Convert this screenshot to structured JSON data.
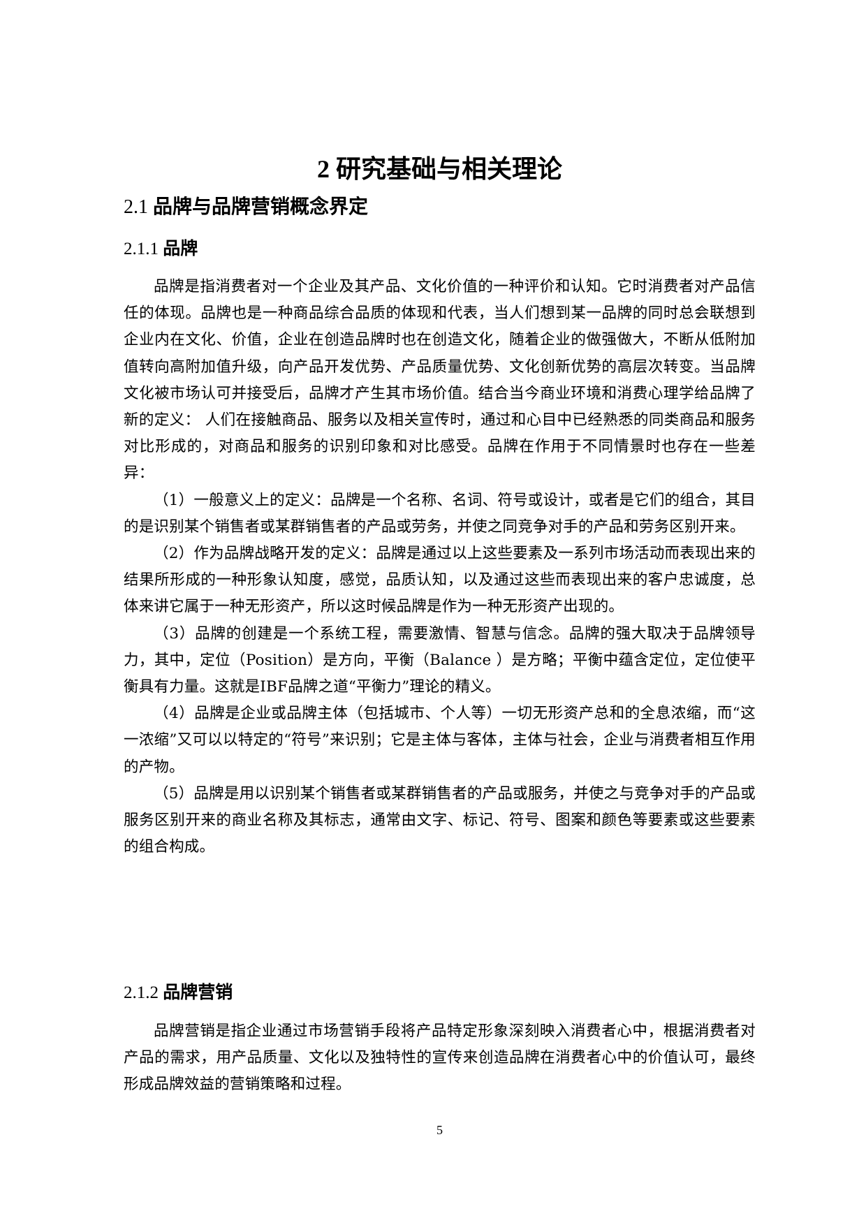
{
  "chapter": {
    "title": "2 研究基础与相关理论"
  },
  "section": {
    "number": "2.1",
    "title": "品牌与品牌营销概念界定"
  },
  "subsections": [
    {
      "number": "2.1.1",
      "title": "品牌",
      "paragraphs": [
        "品牌是指消费者对一个企业及其产品、文化价值的一种评价和认知。它时消费者对产品信任的体现。品牌也是一种商品综合品质的体现和代表，当人们想到某一品牌的同时总会联想到企业内在文化、价值，企业在创造品牌时也在创造文化，随着企业的做强做大，不断从低附加值转向高附加值升级，向产品开发优势、产品质量优势、文化创新优势的高层次转变。当品牌文化被市场认可并接受后，品牌才产生其市场价值。结合当今商业环境和消费心理学给品牌了新的定义： 人们在接触商品、服务以及相关宣传时，通过和心目中已经熟悉的同类商品和服务对比形成的，对商品和服务的识别印象和对比感受。品牌在作用于不同情景时也存在一些差异：",
        "（1）一般意义上的定义：品牌是一个名称、名词、符号或设计，或者是它们的组合，其目的是识别某个销售者或某群销售者的产品或劳务，并使之同竞争对手的产品和劳务区别开来。",
        "（2）作为品牌战略开发的定义：品牌是通过以上这些要素及一系列市场活动而表现出来的结果所形成的一种形象认知度，感觉，品质认知，以及通过这些而表现出来的客户忠诚度，总体来讲它属于一种无形资产，所以这时候品牌是作为一种无形资产出现的。",
        "（3）品牌的创建是一个系统工程，需要激情、智慧与信念。品牌的强大取决于品牌领导力，其中，定位（Position）是方向，平衡（Balance ）是方略；平衡中蕴含定位，定位使平衡具有力量。这就是IBF品牌之道“平衡力”理论的精义。",
        "（4）品牌是企业或品牌主体（包括城市、个人等）一切无形资产总和的全息浓缩，而“这一浓缩”又可以以特定的“符号”来识别；它是主体与客体，主体与社会，企业与消费者相互作用的产物。",
        "（5）品牌是用以识别某个销售者或某群销售者的产品或服务，并使之与竞争对手的产品或服务区别开来的商业名称及其标志，通常由文字、标记、符号、图案和颜色等要素或这些要素的组合构成。"
      ]
    },
    {
      "number": "2.1.2",
      "title": "品牌营销",
      "paragraphs": [
        "品牌营销是指企业通过市场营销手段将产品特定形象深刻映入消费者心中，根据消费者对产品的需求，用产品质量、文化以及独特性的宣传来创造品牌在消费者心中的价值认可，最终形成品牌效益的营销策略和过程。"
      ]
    }
  ],
  "footer": {
    "page_number": "5"
  }
}
